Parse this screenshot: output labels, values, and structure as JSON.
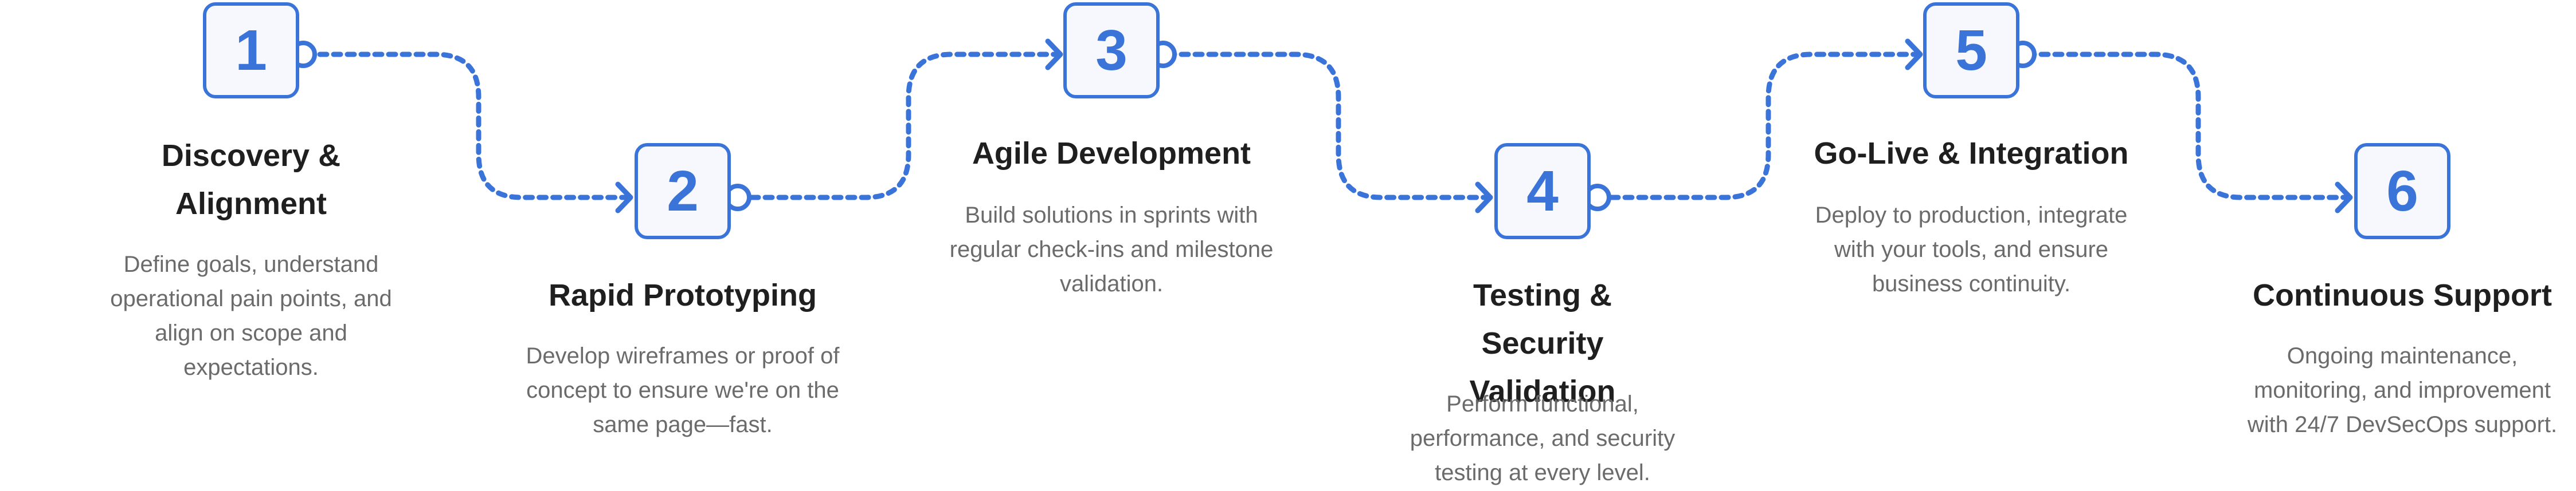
{
  "accent_color": "#3a74d9",
  "steps": [
    {
      "number": "1",
      "title": "Discovery & Alignment",
      "description": "Define goals, understand operational pain points, and align on scope and expectations."
    },
    {
      "number": "2",
      "title": "Rapid Prototyping",
      "description": "Develop wireframes or proof of concept to ensure we're on the same page—fast."
    },
    {
      "number": "3",
      "title": "Agile Development",
      "description": "Build solutions in sprints with regular check-ins and milestone validation."
    },
    {
      "number": "4",
      "title": "Testing & Security Validation",
      "description": "Perform functional, performance, and security testing at every level."
    },
    {
      "number": "5",
      "title": "Go-Live & Integration",
      "description": "Deploy to production, integrate with your tools, and ensure business continuity."
    },
    {
      "number": "6",
      "title": "Continuous Support",
      "description": "Ongoing maintenance, monitoring, and improvement with 24/7 DevSecOps support."
    }
  ]
}
